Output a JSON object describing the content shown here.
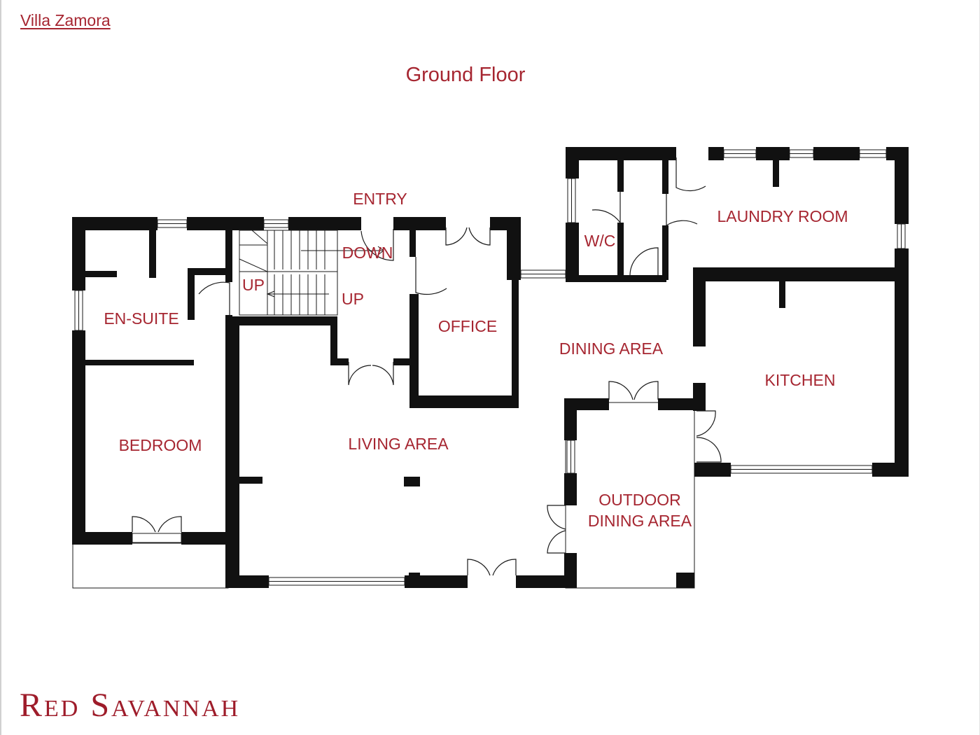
{
  "header": {
    "property_link": "Villa Zamora",
    "floor_title": "Ground Floor"
  },
  "rooms": {
    "entry": "ENTRY",
    "down": "DOWN",
    "up_left": "UP",
    "up_right": "UP",
    "en_suite": "EN-SUITE",
    "bedroom": "BEDROOM",
    "office": "OFFICE",
    "living_area": "LIVING AREA",
    "dining_area": "DINING AREA",
    "wc": "W/C",
    "laundry_room": "LAUNDRY ROOM",
    "kitchen": "KITCHEN",
    "outdoor_dining_line1": "OUTDOOR",
    "outdoor_dining_line2": "DINING AREA"
  },
  "footer": {
    "brand": "Red Savannah"
  },
  "colors": {
    "accent": "#a62631",
    "wall": "#111111"
  }
}
